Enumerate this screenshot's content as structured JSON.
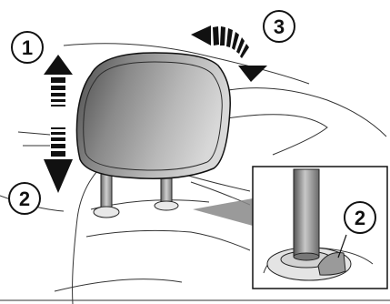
{
  "figure": {
    "callouts": {
      "raise": "1",
      "lower": "2",
      "tilt": "3",
      "release_button": "2"
    },
    "icons": {
      "up_arrow": "up-arrow-icon",
      "down_arrow": "down-arrow-icon",
      "curved_arrow": "curved-arrow-icon"
    },
    "colors": {
      "line": "#1a1a1a",
      "headrest_dark": "#555555",
      "headrest_light": "#bcbcbc",
      "arrow": "#111111"
    }
  }
}
